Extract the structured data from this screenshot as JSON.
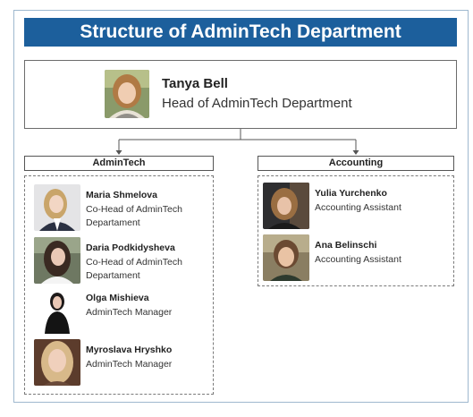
{
  "title": "Structure of AdminTech Department",
  "head": {
    "name": "Tanya Bell",
    "role": "Head of AdminTech Department"
  },
  "departments": [
    {
      "label": "AdminTech",
      "members": [
        {
          "name": "Maria Shmelova",
          "role_line1": "Co-Head of AdminTech",
          "role_line2": "Departament"
        },
        {
          "name": "Daria Podkidysheva",
          "role_line1": "Co-Head of AdminTech",
          "role_line2": "Departament"
        },
        {
          "name": "Olga Mishieva",
          "role_line1": "AdminTech Manager",
          "role_line2": ""
        },
        {
          "name": "Myroslava Hryshko",
          "role_line1": "AdminTech Manager",
          "role_line2": ""
        }
      ]
    },
    {
      "label": "Accounting",
      "members": [
        {
          "name": "Yulia Yurchenko",
          "role_line1": "Accounting Assistant",
          "role_line2": ""
        },
        {
          "name": "Ana Belinschi",
          "role_line1": "Accounting Assistant",
          "role_line2": ""
        }
      ]
    }
  ],
  "colors": {
    "title_bar": "#1c5f9c",
    "title_text": "#ffffff",
    "frame_border": "#9fb8cf"
  }
}
